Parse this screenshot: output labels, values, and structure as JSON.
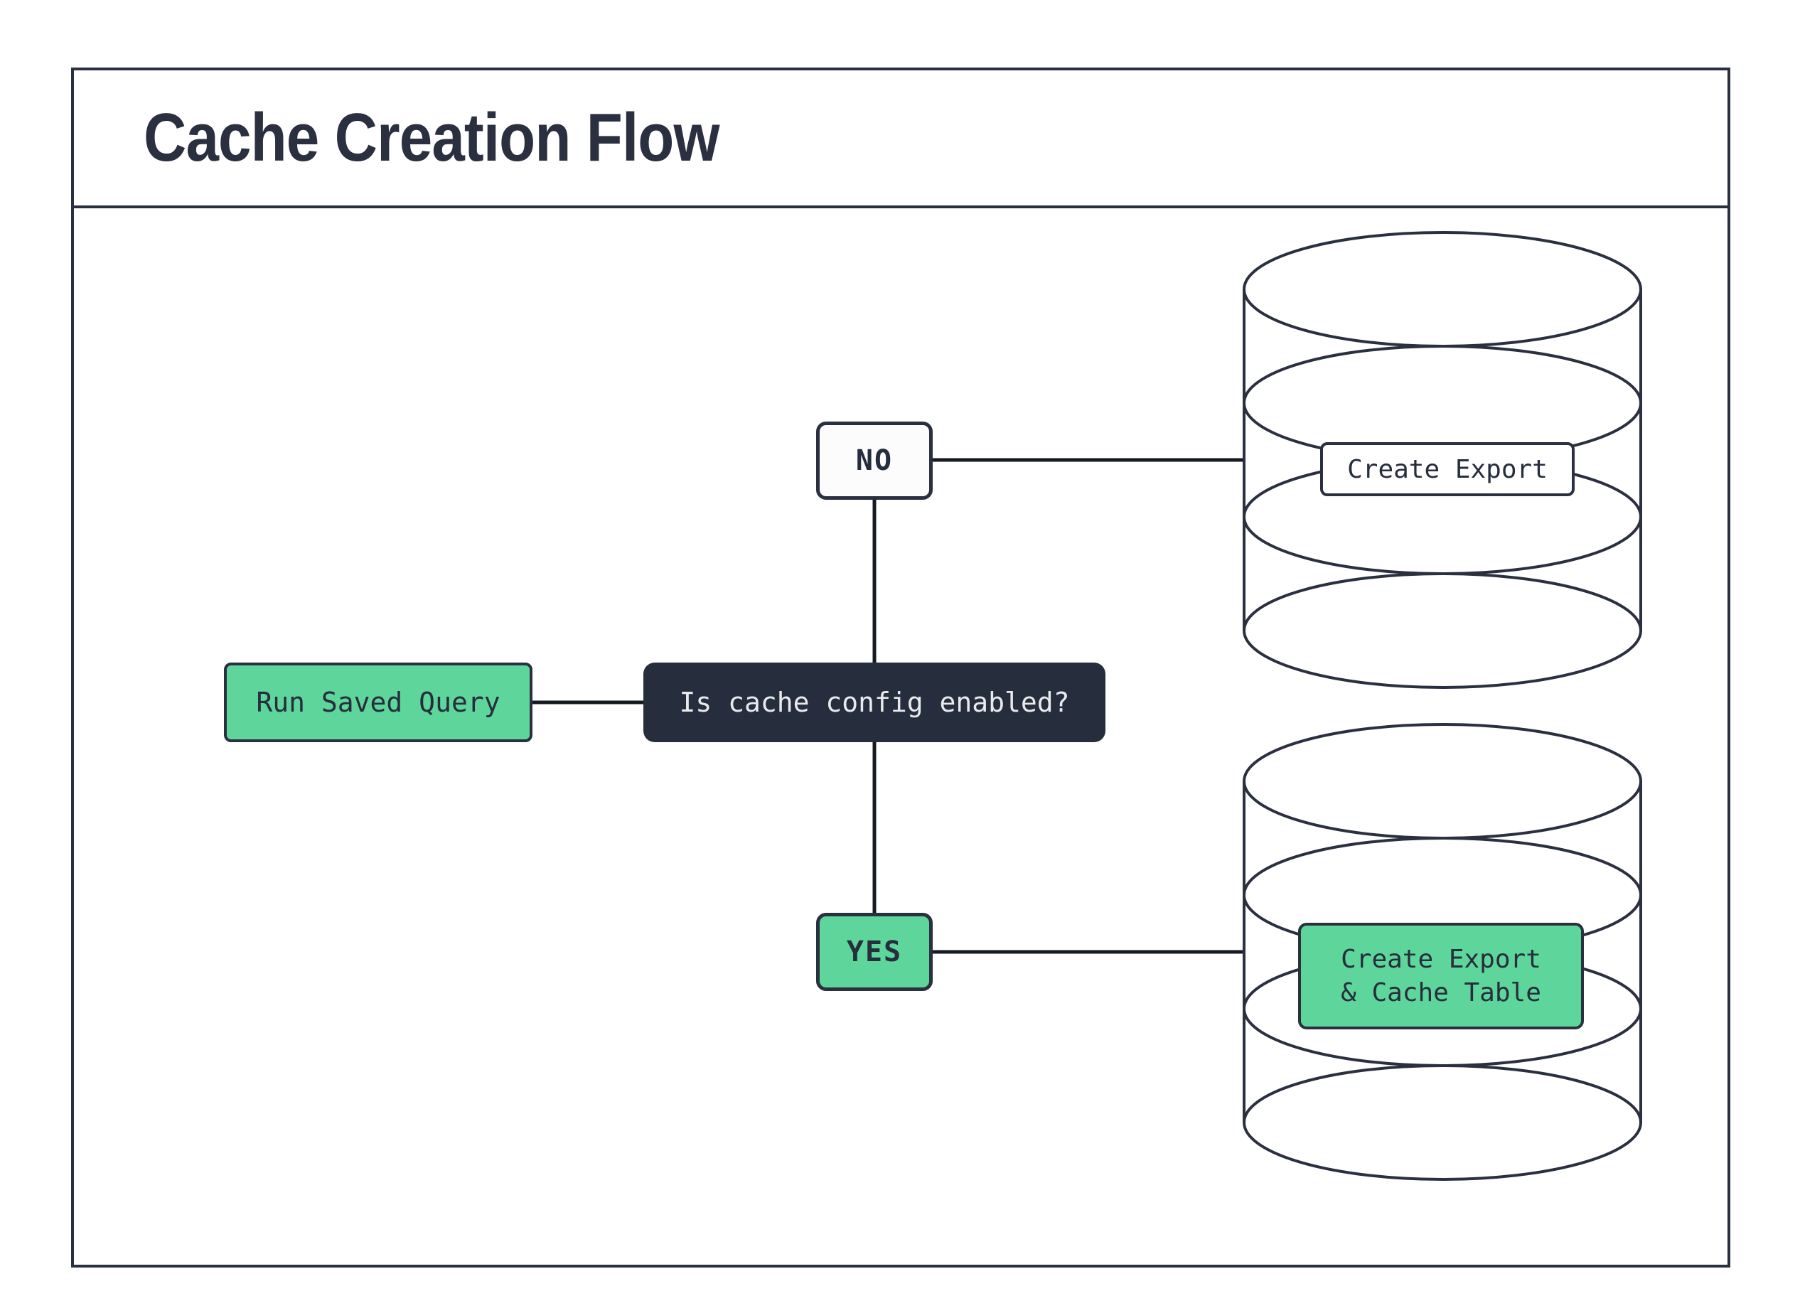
{
  "title": "Cache Creation Flow",
  "colors": {
    "navy": "#2a3040",
    "navy-fill": "#262d3d",
    "green": "#5ed69b",
    "line": "#141922",
    "paper": "#ffffff",
    "card": "#fcfcfc",
    "text-dark": "#262d3d",
    "text-light": "#e9eaec"
  },
  "nodes": {
    "run_saved_query": {
      "label": "Run Saved Query"
    },
    "decision": {
      "label": "Is cache config enabled?"
    },
    "branch_no": {
      "label": "NO"
    },
    "branch_yes": {
      "label": "YES"
    },
    "create_export": {
      "label": "Create Export"
    },
    "create_export_cache": {
      "line1": "Create Export",
      "line2": "& Cache Table"
    }
  },
  "icons": {
    "export_database": "database-cylinder",
    "cache_database": "database-cylinder"
  }
}
